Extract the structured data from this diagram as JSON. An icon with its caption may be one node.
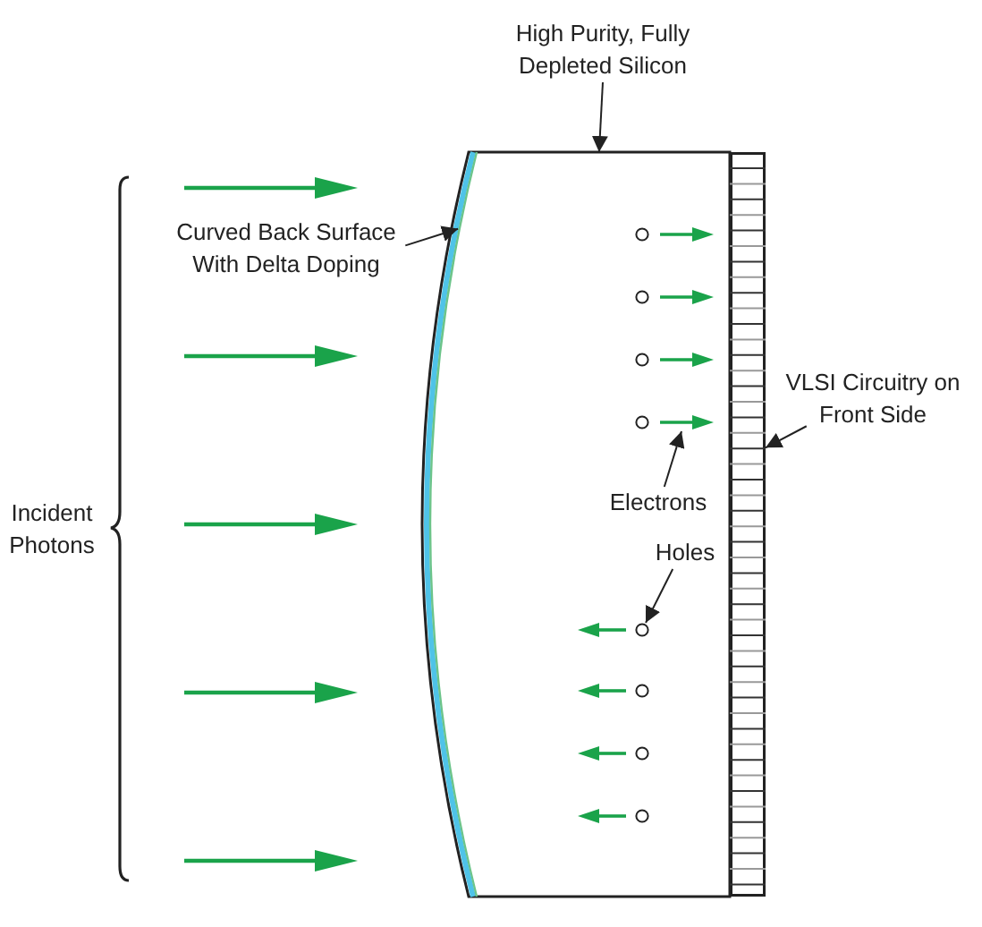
{
  "diagram": {
    "nodes": [
      {
        "text": [
          "High Purity, Fully Depleted Silicon"
        ]
      },
      {
        "text": [],
        "shape": "box"
      },
      {
        "text": [
          "Curved Back Surface With Delta Doping"
        ]
      },
      {
        "text": [],
        "shape": "bar",
        "in": 1
      },
      {
        "text": [
          "VLSI Circuitry on Front Side"
        ]
      },
      {
        "text": [],
        "shape": "bar"
      },
      {
        "text": [
          "Electrons"
        ],
        "in": 1
      },
      {
        "text": [],
        "shape": "arrow",
        "in": 1
      },
      {
        "text": [
          "Holes"
        ],
        "in": 1
      },
      {
        "text": [],
        "shape": "circle",
        "in": 1
      }
    ],
    "edges": [
      {
        "from": 0,
        "to": 1,
        "arrow": "to"
      },
      {
        "from": 2,
        "to": 3,
        "arrow": "to"
      },
      {
        "from": 4,
        "to": 5,
        "arrow": "to"
      },
      {
        "from": 6,
        "to": 7,
        "arrow": "to"
      },
      {
        "from": 8,
        "to": 9,
        "arrow": "to"
      }
    ],
    "labels": [
      "Incident Photons"
    ]
  }
}
